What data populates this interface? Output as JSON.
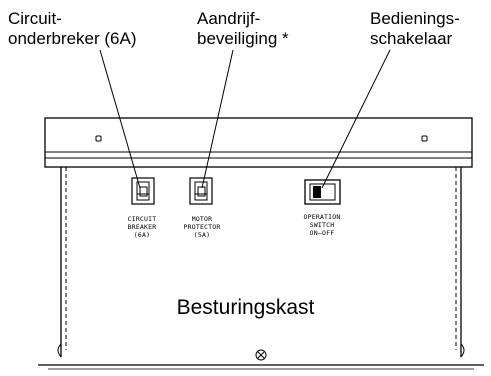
{
  "callouts": [
    {
      "line1": "Circuit-",
      "line2": "onderbreker (6A)"
    },
    {
      "line1": "Aandrijf-",
      "line2": "beveiliging *"
    },
    {
      "line1": "Bedienings-",
      "line2": "schakelaar"
    }
  ],
  "panel_label": "Besturingskast",
  "switches": [
    {
      "lines": [
        "CIRCUIT",
        "BREAKER",
        "(6A)"
      ]
    },
    {
      "lines": [
        "MOTOR",
        "PROTECTOR",
        "(5A)"
      ]
    },
    {
      "lines": [
        "OPERATION",
        "SWITCH",
        "ON–OFF"
      ]
    }
  ],
  "colors": {
    "ink": "#000000",
    "background": "#ffffff"
  }
}
